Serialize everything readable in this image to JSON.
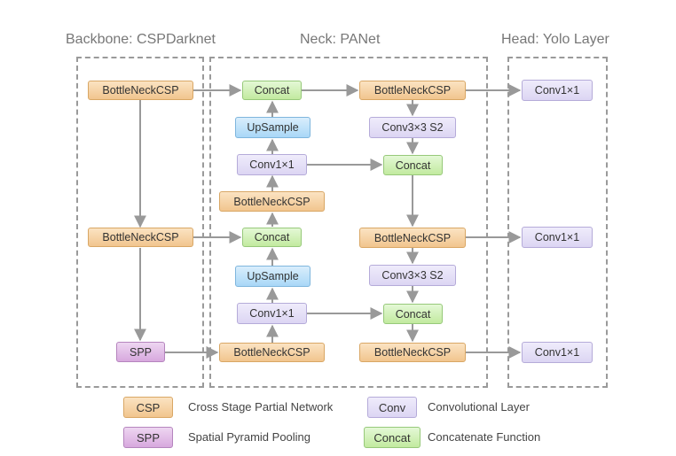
{
  "sections": {
    "backbone": "Backbone: CSPDarknet",
    "neck": "Neck: PANet",
    "head": "Head: Yolo Layer"
  },
  "nodes": {
    "b_csp1": "BottleNeckCSP",
    "b_csp2": "BottleNeckCSP",
    "b_spp": "SPP",
    "n_concat1": "Concat",
    "n_upsample1": "UpSample",
    "n_conv1": "Conv1×1",
    "n_csp_mid": "BottleNeckCSP",
    "n_concat2": "Concat",
    "n_upsample2": "UpSample",
    "n_conv2": "Conv1×1",
    "n_csp_low": "BottleNeckCSP",
    "r_csp1": "BottleNeckCSP",
    "r_conv3_1": "Conv3×3 S2",
    "r_concat1": "Concat",
    "r_csp2": "BottleNeckCSP",
    "r_conv3_2": "Conv3×3 S2",
    "r_concat2": "Concat",
    "r_csp3": "BottleNeckCSP",
    "h_conv1": "Conv1×1",
    "h_conv2": "Conv1×1",
    "h_conv3": "Conv1×1"
  },
  "legend": [
    {
      "swatch": "CSP",
      "text": "Cross Stage Partial Network"
    },
    {
      "swatch": "SPP",
      "text": "Spatial Pyramid Pooling"
    },
    {
      "swatch": "Conv",
      "text": "Convolutional Layer"
    },
    {
      "swatch": "Concat",
      "text": "Concatenate Function"
    }
  ],
  "colors": {
    "csp": "#f1c58e",
    "concat": "#c2ea9f",
    "conv": "#dcd5f3",
    "upsample": "#a9d7f7",
    "spp": "#d7a8de",
    "arrow": "#999999",
    "dashed_border": "#9a9a9a"
  }
}
